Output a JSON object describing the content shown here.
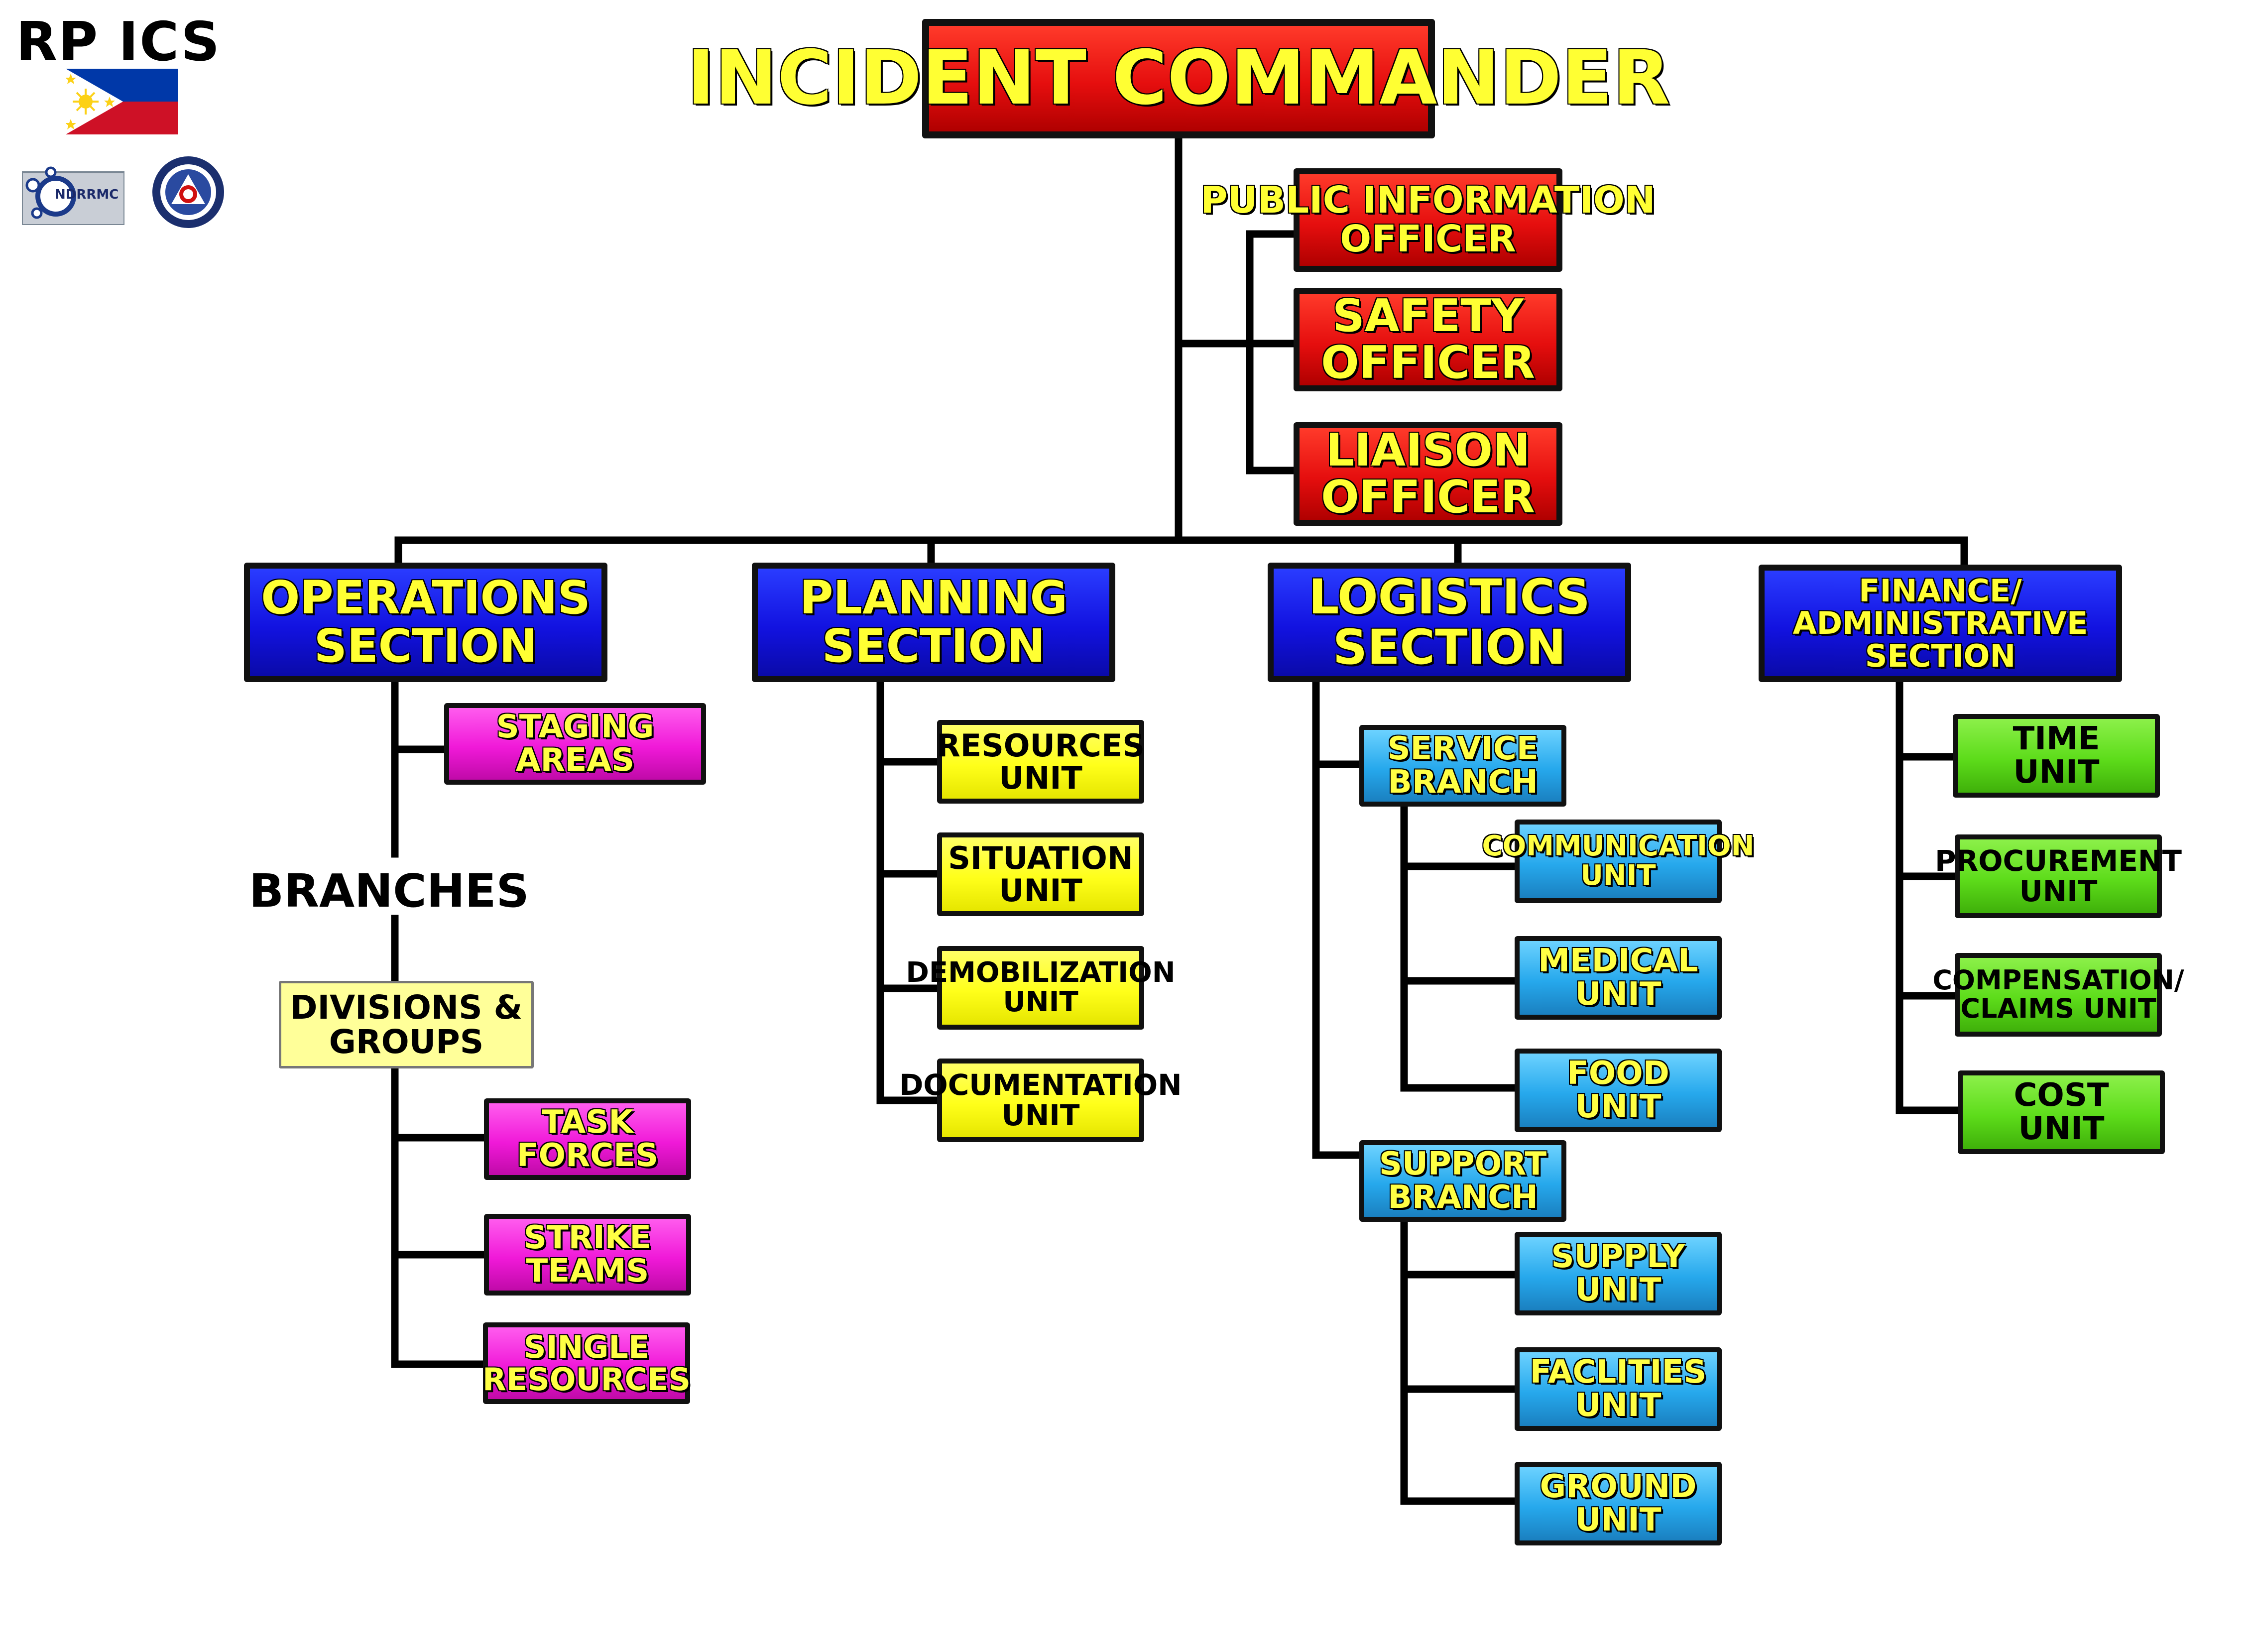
{
  "header": {
    "title": "RP ICS",
    "logo_left_label": "NDRRMC"
  },
  "chart": {
    "incident_commander": [
      "INCIDENT COMMANDER"
    ],
    "command_staff": {
      "public_information": [
        "PUBLIC INFORMATION",
        "OFFICER"
      ],
      "safety": [
        "SAFETY",
        "OFFICER"
      ],
      "liaison": [
        "LIAISON",
        "OFFICER"
      ]
    },
    "sections": {
      "operations": [
        "OPERATIONS",
        "SECTION"
      ],
      "planning": [
        "PLANNING",
        "SECTION"
      ],
      "logistics": [
        "LOGISTICS",
        "SECTION"
      ],
      "finance": [
        "FINANCE/",
        "ADMINISTRATIVE",
        "SECTION"
      ]
    },
    "operations": {
      "staging": [
        "STAGING",
        "AREAS"
      ],
      "branches_label": "BRANCHES",
      "divisions": [
        "DIVISIONS &",
        "GROUPS"
      ],
      "task_forces": [
        "TASK",
        "FORCES"
      ],
      "strike_teams": [
        "STRIKE",
        "TEAMS"
      ],
      "single_resources": [
        "SINGLE",
        "RESOURCES"
      ]
    },
    "planning": {
      "resources": [
        "RESOURCES",
        "UNIT"
      ],
      "situation": [
        "SITUATION",
        "UNIT"
      ],
      "demobilization": [
        "DEMOBILIZATION",
        "UNIT"
      ],
      "documentation": [
        "DOCUMENTATION",
        "UNIT"
      ]
    },
    "logistics": {
      "service_branch": [
        "SERVICE",
        "BRANCH"
      ],
      "communication": [
        "COMMUNICATION",
        "UNIT"
      ],
      "medical": [
        "MEDICAL",
        "UNIT"
      ],
      "food": [
        "FOOD",
        "UNIT"
      ],
      "support_branch": [
        "SUPPORT",
        "BRANCH"
      ],
      "supply": [
        "SUPPLY",
        "UNIT"
      ],
      "facilities": [
        "FACLITIES",
        "UNIT"
      ],
      "ground": [
        "GROUND",
        "UNIT"
      ]
    },
    "finance": {
      "time": [
        "TIME",
        "UNIT"
      ],
      "procurement": [
        "PROCUREMENT",
        "UNIT"
      ],
      "compensation": [
        "COMPENSATION/",
        "CLAIMS UNIT"
      ],
      "cost": [
        "COST",
        "UNIT"
      ]
    }
  },
  "colors": {
    "command": "#e50e0e",
    "section": "#1212e0",
    "logistics_unit": "#26a8ec",
    "operations_unit": "#f019d8",
    "planning_unit": "#ffff1a",
    "finance_unit": "#5ddc1a",
    "label_text": "#ffff33",
    "connector": "#000000"
  }
}
